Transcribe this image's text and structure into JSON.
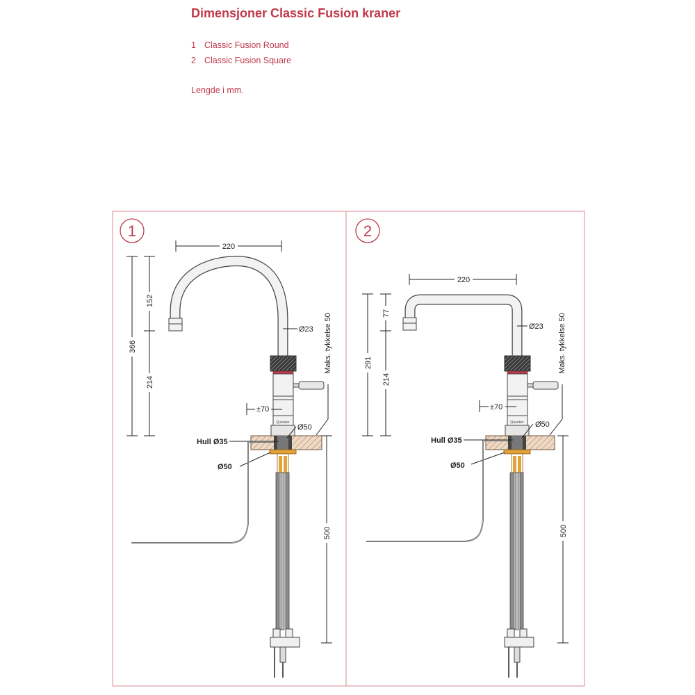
{
  "title": "Dimensjoner Classic Fusion kraner",
  "items": [
    {
      "num": "1",
      "label": "Classic Fusion Round"
    },
    {
      "num": "2",
      "label": "Classic Fusion Square"
    }
  ],
  "note": "Lengde i mm.",
  "colors": {
    "accent": "#c0394b",
    "frame": "#d98a95",
    "ink": "#222222",
    "brass": "#e2a23b"
  },
  "panels": [
    {
      "number": "1",
      "width_label": "220",
      "total_height_label": "366",
      "upper_height_label": "152",
      "lower_height_label": "214",
      "spout_diameter_label": "Ø23",
      "max_thickness_label": "Maks. tykkelse 50",
      "offset_label": "±70",
      "base_diameter_label": "Ø50",
      "hole_label": "Hull Ø35",
      "bottom_diameter_label": "Ø50",
      "hose_length_label": "500"
    },
    {
      "number": "2",
      "width_label": "220",
      "total_height_label": "291",
      "upper_height_label": "77",
      "lower_height_label": "214",
      "spout_diameter_label": "Ø23",
      "max_thickness_label": "Maks. tykkelse 50",
      "offset_label": "±70",
      "base_diameter_label": "Ø50",
      "hole_label": "Hull Ø35",
      "bottom_diameter_label": "Ø50",
      "hose_length_label": "500"
    }
  ]
}
